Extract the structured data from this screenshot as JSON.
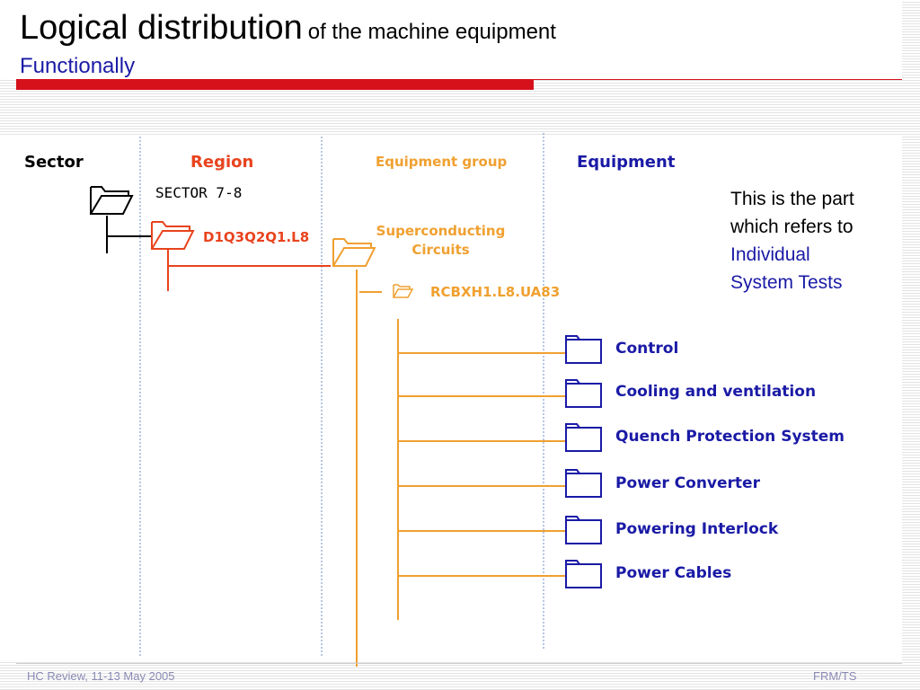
{
  "title": {
    "main": "Logical distribution",
    "subtitle": "of the machine equipment",
    "mode": "Functionally"
  },
  "columns": {
    "sector": "Sector",
    "region": "Region",
    "equipment_group": "Equipment group",
    "equipment": "Equipment"
  },
  "tree": {
    "sector": "SECTOR 7-8",
    "region": "D1Q3Q2Q1.L8",
    "group_line1": "Superconducting",
    "group_line2": "Circuits",
    "circuit": "RCBXH1.L8.UA83",
    "equipment": [
      "Control",
      "Cooling and ventilation",
      "Quench Protection System",
      "Power Converter",
      "Powering Interlock",
      "Power Cables"
    ]
  },
  "note": {
    "line1": "This is the part",
    "line2": "which refers to",
    "line3": "Individual",
    "line4": "System Tests"
  },
  "footer": {
    "left": "HC Review, 11-13 May 2005",
    "right": "FRM/TS"
  },
  "colors": {
    "region": "#e8431e",
    "group": "#f0a030",
    "equipment": "#1a1aa6",
    "accent_bar": "#d6111b"
  },
  "icons": [
    "folder-icon"
  ]
}
